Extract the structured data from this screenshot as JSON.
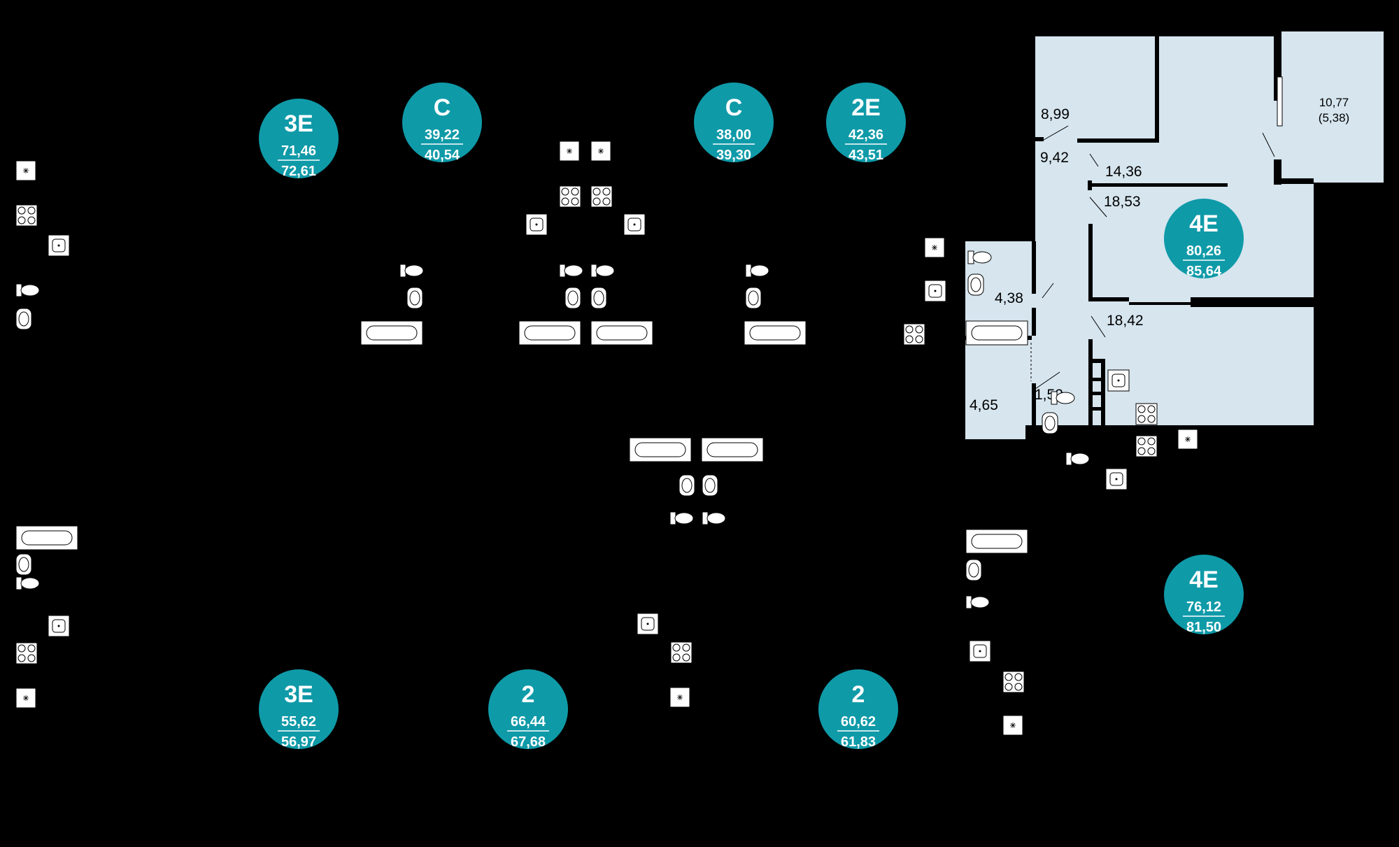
{
  "colors": {
    "background": "#000000",
    "apartment_fill": "#d6e5ee",
    "badge": "#0f9aa8",
    "badge_text": "#ffffff",
    "wall": "#000000",
    "fixture_fill": "#ffffff"
  },
  "apartments": [
    {
      "type": "3E",
      "living_area": "71,46",
      "total_area": "72,61"
    },
    {
      "type": "C",
      "living_area": "39,22",
      "total_area": "40,54"
    },
    {
      "type": "C",
      "living_area": "38,00",
      "total_area": "39,30"
    },
    {
      "type": "2E",
      "living_area": "42,36",
      "total_area": "43,51"
    },
    {
      "type": "4E",
      "living_area": "80,26",
      "total_area": "85,64"
    },
    {
      "type": "4E",
      "living_area": "76,12",
      "total_area": "81,50"
    },
    {
      "type": "3E",
      "living_area": "55,62",
      "total_area": "56,97"
    },
    {
      "type": "2",
      "living_area": "66,44",
      "total_area": "67,68"
    },
    {
      "type": "2",
      "living_area": "60,62",
      "total_area": "61,83"
    }
  ],
  "room_areas": {
    "r1": "8,99",
    "r2": "9,42",
    "r3": "14,36",
    "r4": "18,53",
    "r5": "4,38",
    "r6": "18,42",
    "r7": "1,52",
    "r8": "4,65",
    "balcony": "10,77",
    "balcony_reduced": "(5,38)"
  },
  "fixtures": {
    "bathtub": "bathtub-icon",
    "sink": "sink-icon",
    "toilet": "toilet-icon",
    "stove": "stove-icon",
    "fridge": "fridge-icon",
    "kitchen_sink": "kitchen-sink-icon"
  }
}
